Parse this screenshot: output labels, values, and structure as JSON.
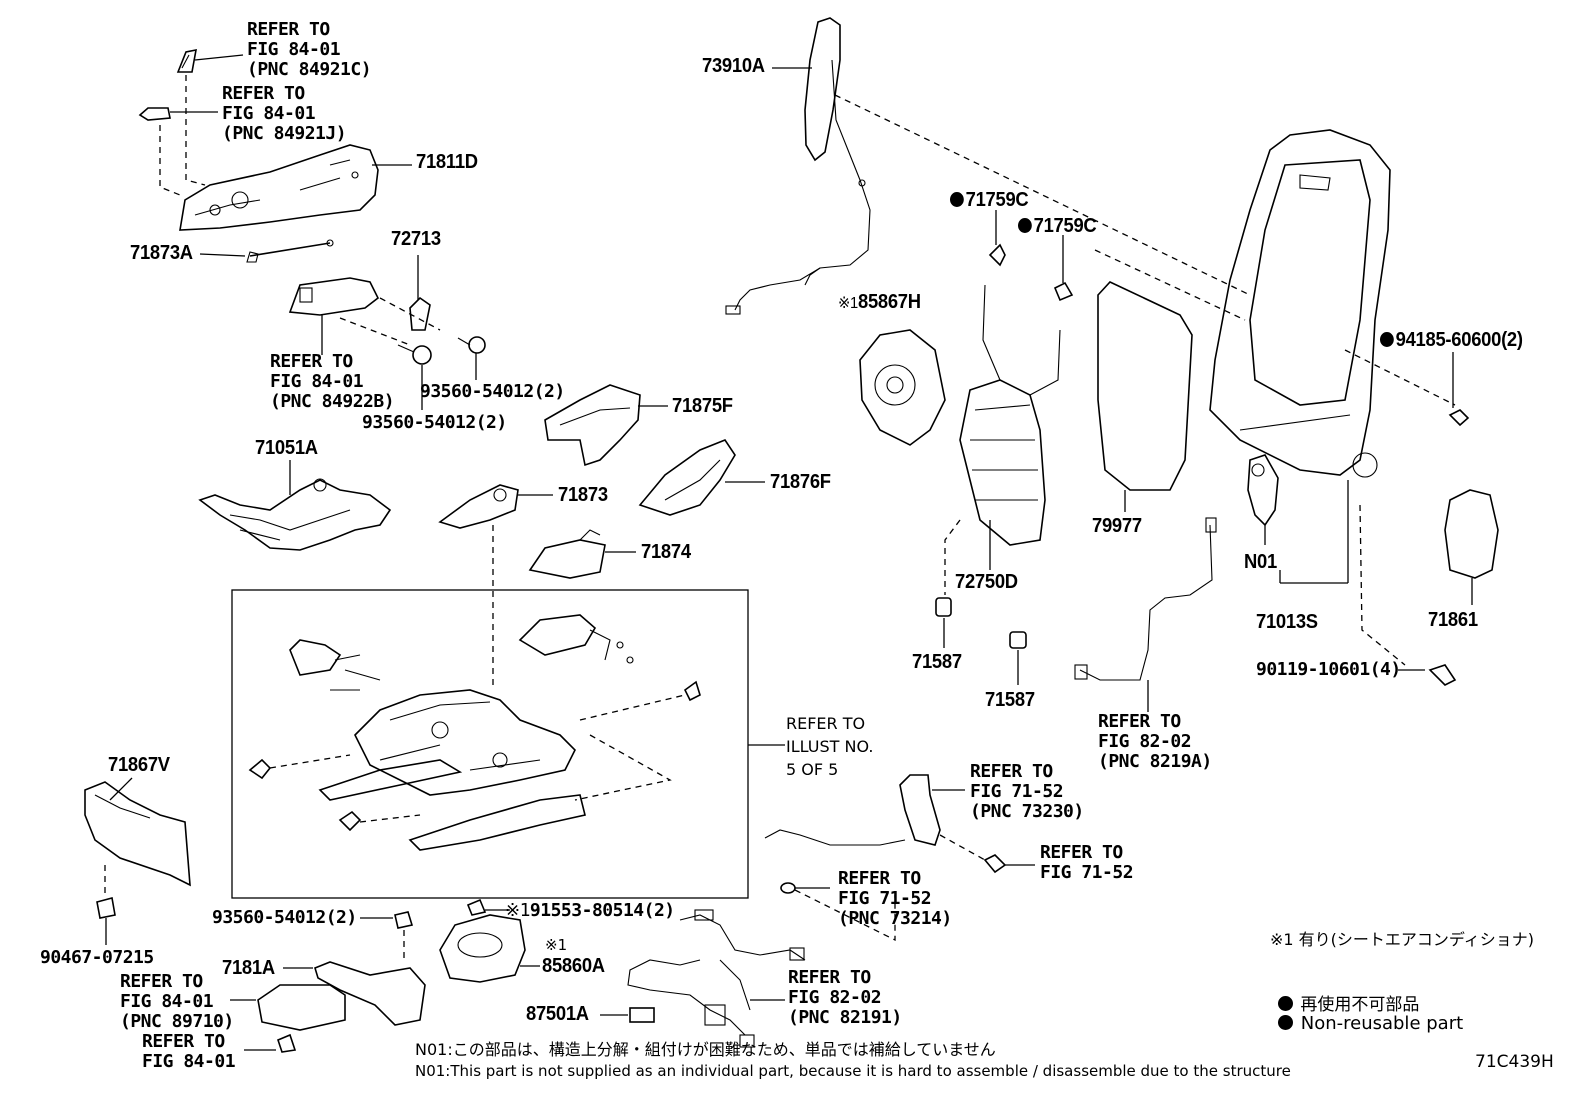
{
  "parts": {
    "p73910A": "73910A",
    "p71811D": "71811D",
    "p71873A": "71873A",
    "p72713": "72713",
    "p93560a": "93560-54012(2)",
    "p93560b": "93560-54012(2)",
    "p93560c": "93560-54012(2)",
    "p71051A": "71051A",
    "p71875F": "71875F",
    "p71873": "71873",
    "p71876F": "71876F",
    "p71874": "71874",
    "p71759C_1": "71759C",
    "p71759C_2": "71759C",
    "p85867H": "85867H",
    "p72750D": "72750D",
    "p79977": "79977",
    "p71587a": "71587",
    "p71587b": "71587",
    "p94185": "94185-60600(2)",
    "pN01": "N01",
    "p71013S": "71013S",
    "p71861": "71861",
    "p90119": "90119-10601(4)",
    "p71867V": "71867V",
    "p90467": "90467-07215",
    "p91553": "91553-80514(2)",
    "p85860A": "85860A",
    "p7181A": "7181A",
    "p87501A": "87501A",
    "sc1": "※1",
    "sc1b": "※1",
    "sc1c": "※1"
  },
  "refs": {
    "r1": "REFER TO\nFIG 84-01\n(PNC 84921C)",
    "r2": "REFER TO\nFIG 84-01\n(PNC 84921J)",
    "r3": "REFER TO\nFIG 84-01\n(PNC 84922B)",
    "r4": "REFER TO\nFIG 82-02\n(PNC 8219A)",
    "r5": "REFER TO\nFIG 71-52\n(PNC 73230)",
    "r6": "REFER TO\nFIG 71-52",
    "r7": "REFER TO\nFIG 71-52\n(PNC 73214)",
    "r8": "REFER TO\nFIG 82-02\n(PNC 82191)",
    "r9": "REFER TO\nFIG 84-01\n(PNC 89710)",
    "r10": "REFER TO\nFIG 84-01",
    "illust": "REFER TO\nILLUST NO.\n5 OF 5"
  },
  "notes": {
    "footnote1": "※1 有り(シートエアコンディショナ)",
    "nonreuse_jp": "再使用不可部品",
    "nonreuse_en": "Non-reusable part",
    "n01_jp": "N01:この部品は、構造上分解・組付けが困難なため、単品では補給していません",
    "n01_en": "N01:This part is not supplied as an individual part, because it is hard to assemble / disassemble due to the structure",
    "illust_code": "71C439H"
  }
}
